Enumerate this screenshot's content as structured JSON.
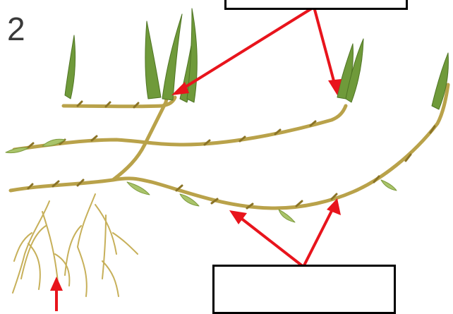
{
  "figure": {
    "number": "2"
  },
  "colors": {
    "stem": "#b9a24a",
    "stem_dark": "#8a7326",
    "leaf": "#6f9a3a",
    "leaf_light": "#a9c46a",
    "root": "#c7b05a",
    "arrow": "#e8141c",
    "box_border": "#000000"
  },
  "label_boxes": [
    {
      "id": "top",
      "text": ""
    },
    {
      "id": "bottom",
      "text": ""
    }
  ],
  "icons": {
    "plant": "grass-stolon-illustration",
    "arrows": "pointer-arrow"
  }
}
